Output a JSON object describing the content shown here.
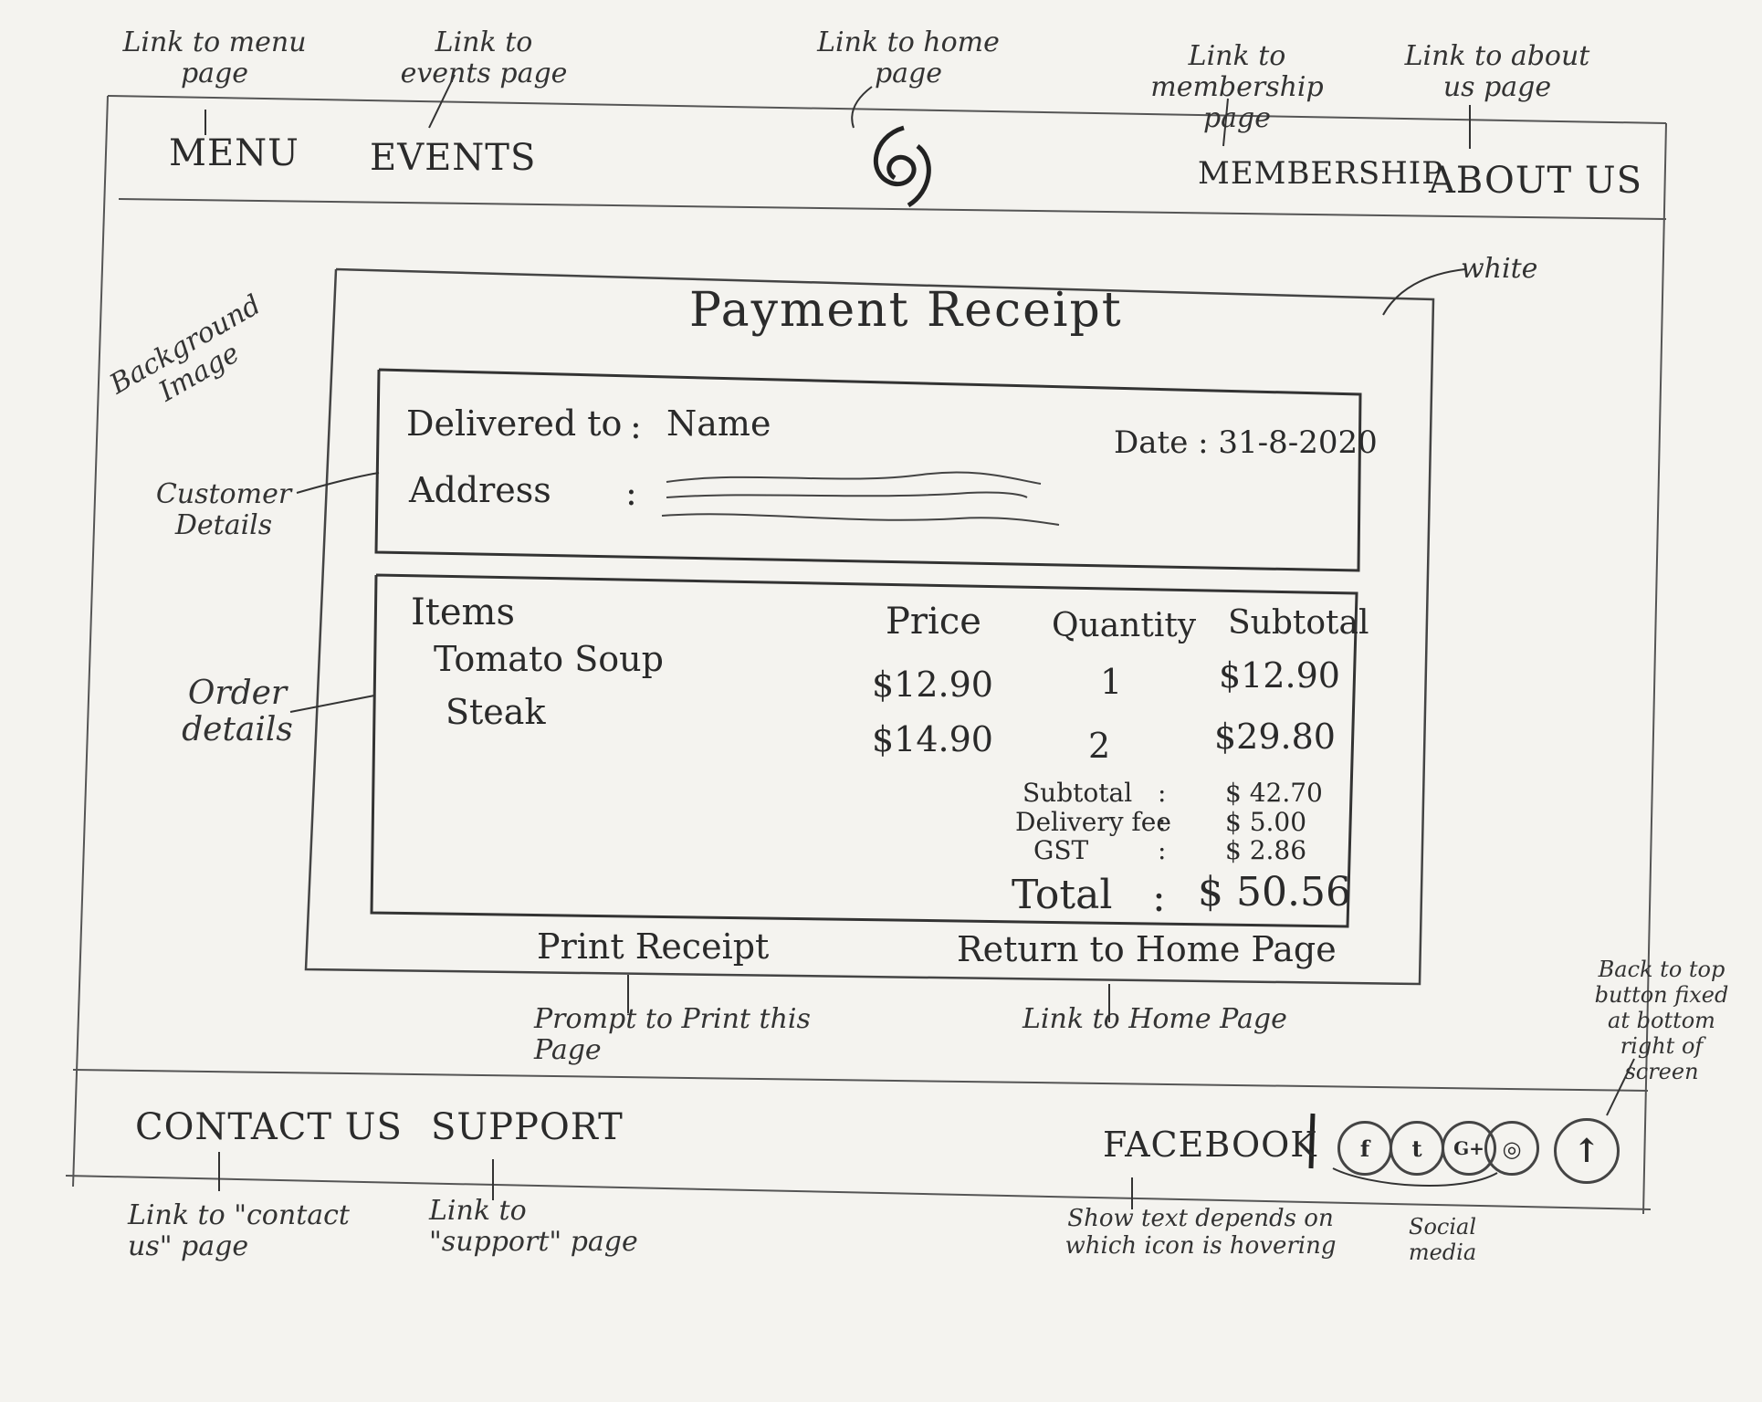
{
  "annotations": {
    "menu_link": "Link to menu page",
    "events_link": "Link to events page",
    "home_link": "Link to home page",
    "membership_link": "Link to membership page",
    "about_link": "Link to about us page",
    "white": "white",
    "background": "Background Image",
    "customer_details": "Customer Details",
    "order_details": "Order details",
    "print_prompt": "Prompt to Print this Page",
    "home_page_link": "Link to Home Page",
    "back_to_top": "Back to top button fixed at bottom right of screen",
    "contact_link": "Link to \"contact us\" page",
    "support_link": "Link to \"support\" page",
    "show_text": "Show text depends on which icon is hovering",
    "social_media": "Social media"
  },
  "nav": {
    "menu": "MENU",
    "events": "EVENTS",
    "membership": "MEMBERSHIP",
    "about": "ABOUT US"
  },
  "receipt": {
    "title": "Payment Receipt",
    "delivered_label": "Delivered to",
    "delivered_colon": ":",
    "delivered_value": "Name",
    "address_label": "Address",
    "address_colon": ":",
    "date": "Date : 31-8-2020",
    "headers": {
      "items": "Items",
      "price": "Price",
      "quantity": "Quantity",
      "subtotal": "Subtotal"
    },
    "rows": [
      {
        "item": "Tomato Soup",
        "price": "$12.90",
        "qty": "1",
        "subtotal": "$12.90"
      },
      {
        "item": "Steak",
        "price": "$14.90",
        "qty": "2",
        "subtotal": "$29.80"
      }
    ],
    "summary": [
      {
        "label": "Subtotal",
        "colon": ":",
        "value": "$ 42.70"
      },
      {
        "label": "Delivery fee",
        "colon": ":",
        "value": "$ 5.00"
      },
      {
        "label": "GST",
        "colon": ":",
        "value": "$ 2.86"
      }
    ],
    "total_label": "Total",
    "total_colon": ":",
    "total_value": "$ 50.56",
    "print_button": "Print Receipt",
    "home_button": "Return to Home Page"
  },
  "footer": {
    "contact": "CONTACT US",
    "support": "SUPPORT",
    "hover_text": "FACEBOOK",
    "social_icons": [
      {
        "name": "facebook-icon",
        "glyph": "f"
      },
      {
        "name": "twitter-icon",
        "glyph": "t"
      },
      {
        "name": "google-plus-icon",
        "glyph": "G+"
      },
      {
        "name": "instagram-icon",
        "glyph": "◎"
      }
    ],
    "back_to_top_glyph": "↑"
  }
}
